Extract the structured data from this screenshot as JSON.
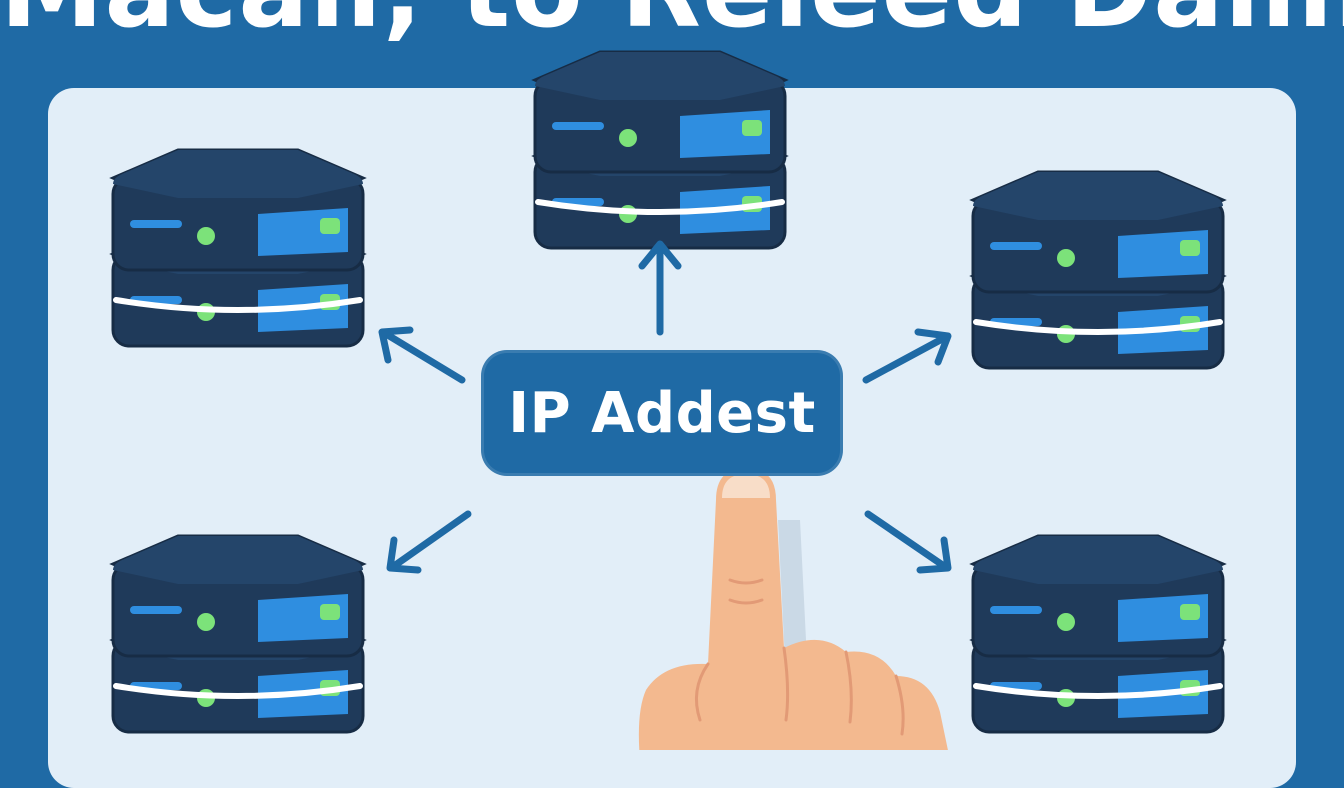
{
  "headline": "Macail, to Releed Daim.",
  "center_label": "IP Addest",
  "colors": {
    "background": "#1f6aa5",
    "panel": "#e2eef8",
    "server_dark": "#1f3a5a",
    "server_top": "#24456a",
    "server_panel": "#2f8ee0",
    "server_light": "#7ce27a",
    "arrow": "#1f6aa5",
    "center_box": "#1f6aa5",
    "finger_skin": "#f3b98f"
  },
  "servers": [
    {
      "id": "server-top-center",
      "units": 2
    },
    {
      "id": "server-top-left",
      "units": 2
    },
    {
      "id": "server-top-right",
      "units": 2
    },
    {
      "id": "server-bottom-left",
      "units": 2
    },
    {
      "id": "server-bottom-right",
      "units": 2
    }
  ],
  "arrows": [
    {
      "id": "arrow-up",
      "direction": "up"
    },
    {
      "id": "arrow-up-left",
      "direction": "up-left"
    },
    {
      "id": "arrow-up-right",
      "direction": "up-right"
    },
    {
      "id": "arrow-down-left",
      "direction": "down-left"
    },
    {
      "id": "arrow-down-right",
      "direction": "down-right"
    }
  ],
  "pointer": {
    "icon": "pointing-hand-icon"
  }
}
